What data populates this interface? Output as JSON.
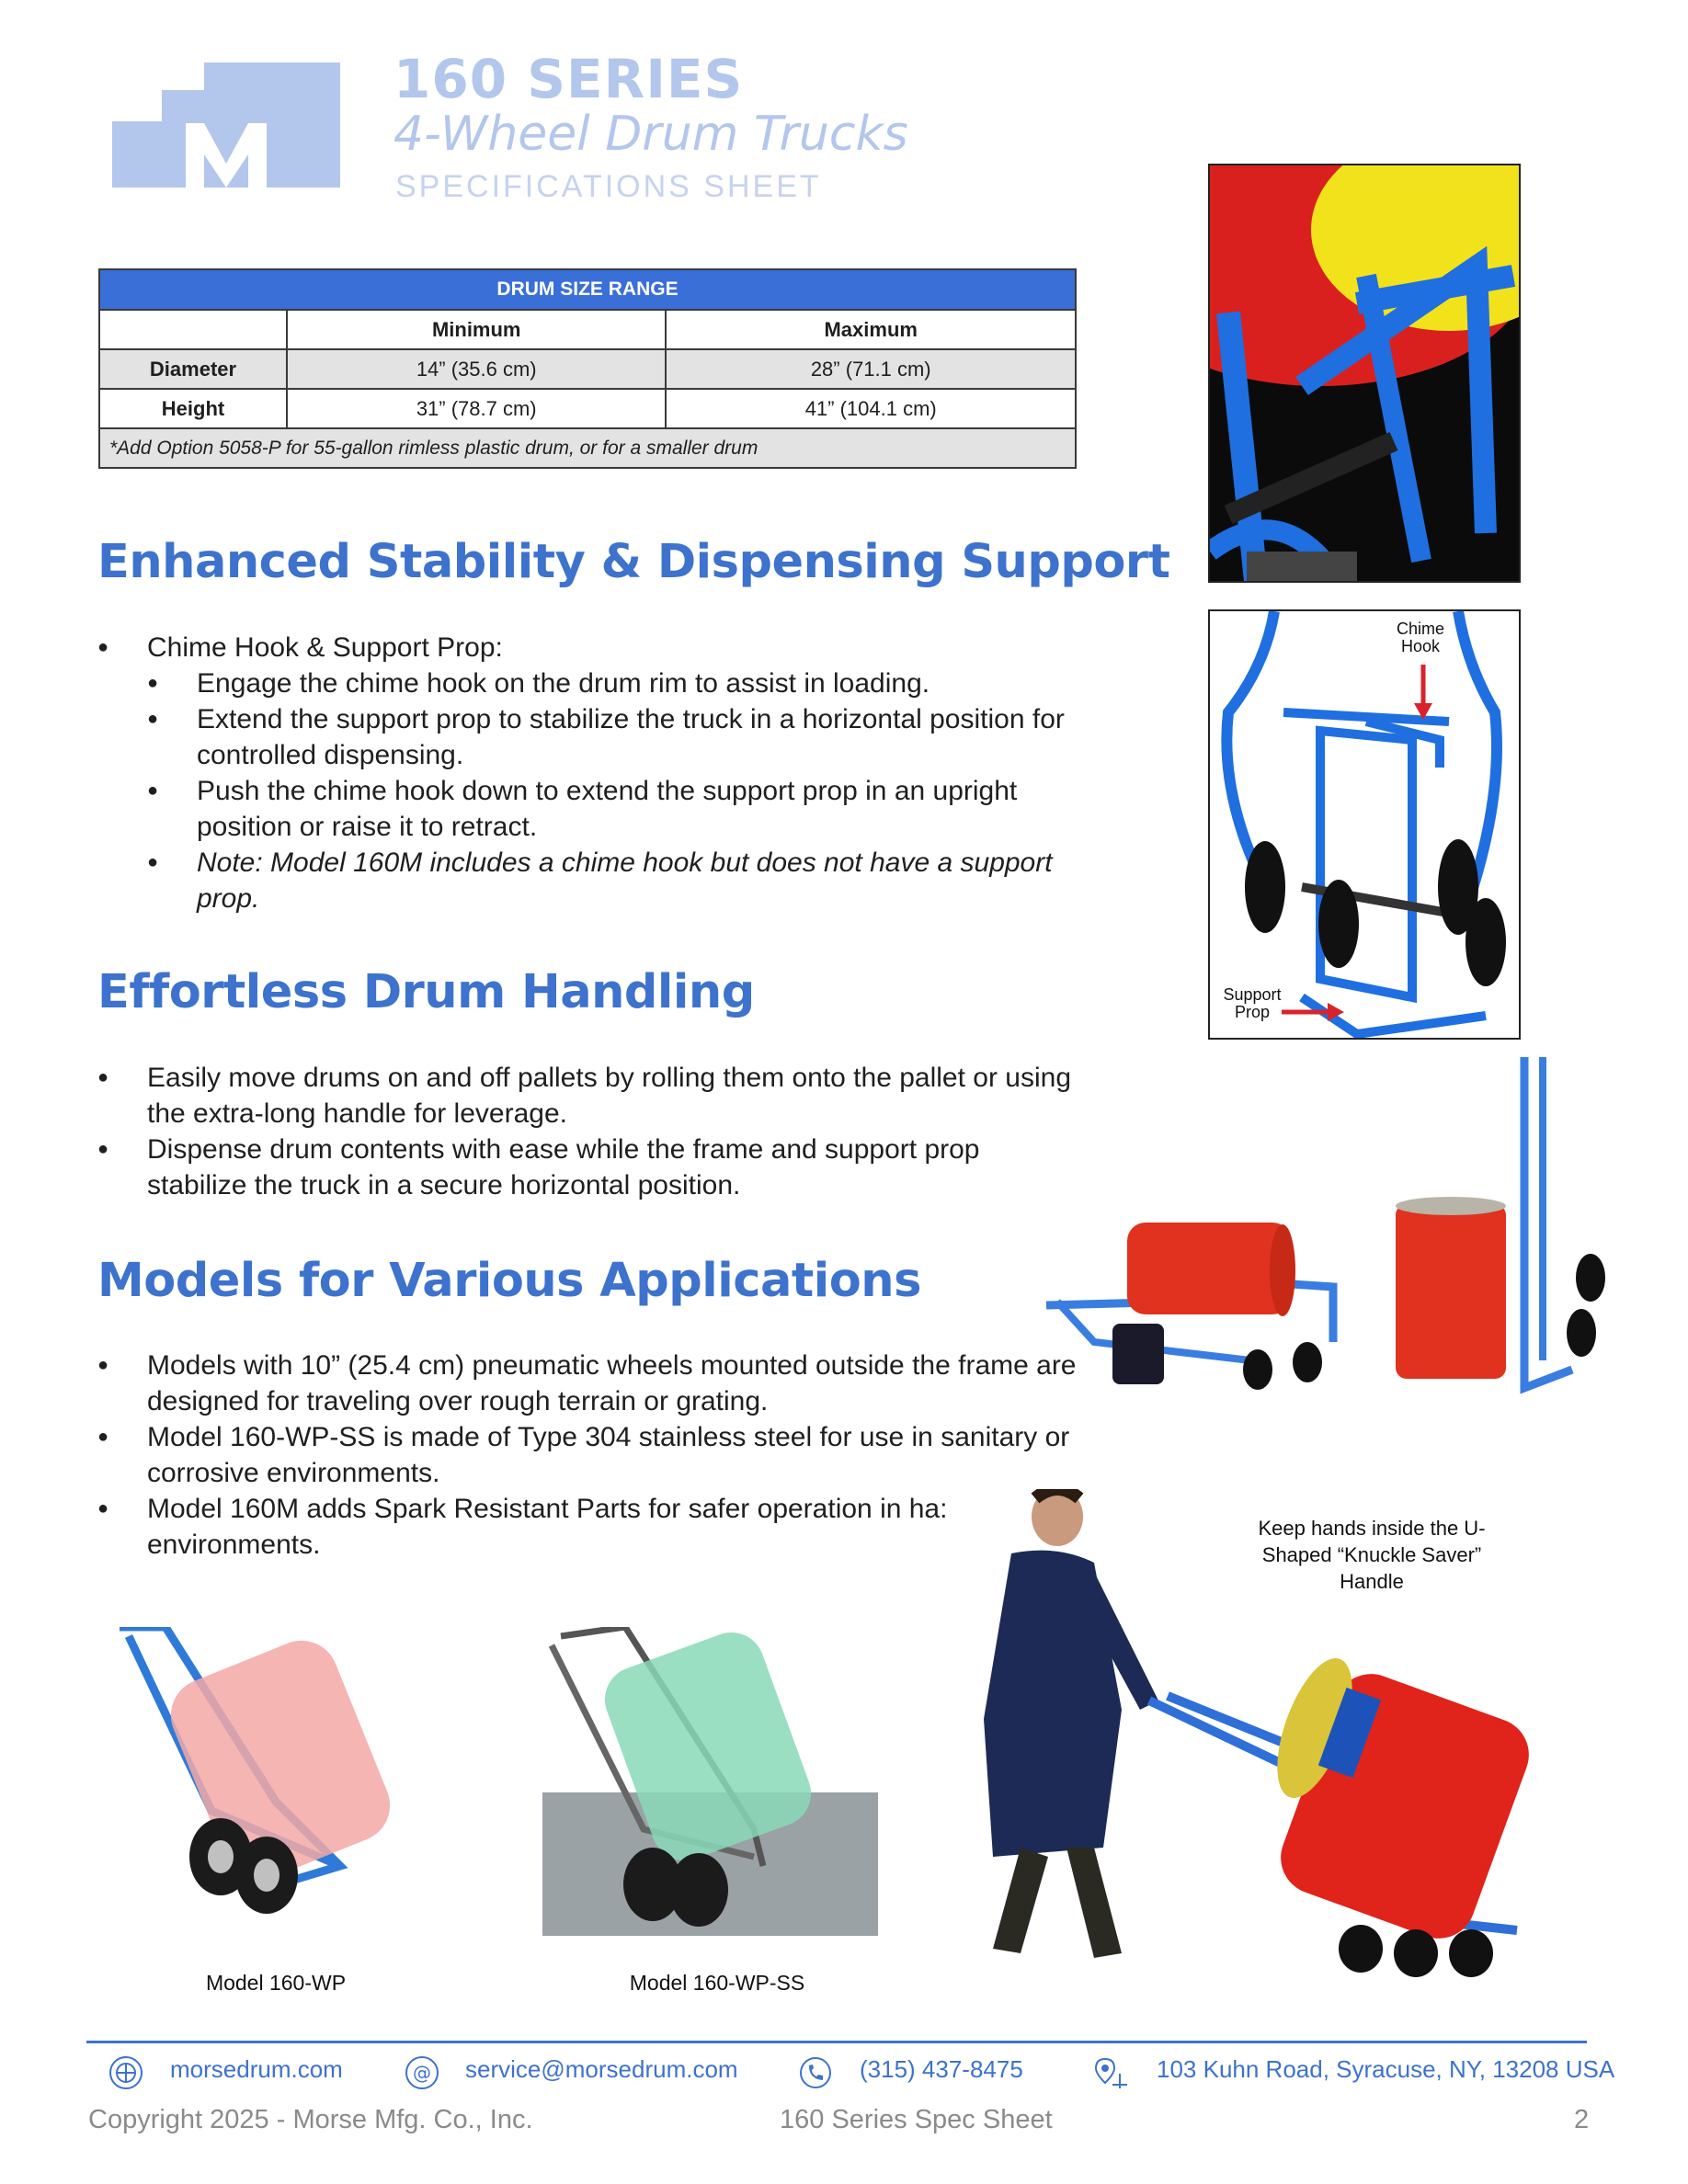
{
  "header": {
    "series": "160 SERIES",
    "subtitle": "4-Wheel Drum Trucks",
    "sheet": "SPECIFICATIONS SHEET",
    "logo_icon": "morse-m-logo-icon",
    "brand_color": "#3d72cd"
  },
  "table": {
    "title": "DRUM SIZE RANGE",
    "columns": [
      "",
      "Minimum",
      "Maximum"
    ],
    "rows": [
      {
        "label": "Diameter",
        "min": "14” (35.6 cm)",
        "max": "28” (71.1 cm)"
      },
      {
        "label": "Height",
        "min": "31” (78.7 cm)",
        "max": "41” (104.1 cm)"
      }
    ],
    "note": "*Add Option 5058-P for 55-gallon rimless plastic drum, or for a smaller drum"
  },
  "section1": {
    "title": "Enhanced Stability & Dispensing Support",
    "bullet": "Chime Hook & Support Prop:",
    "sub": [
      "Engage the chime hook on the drum rim to assist in loading.",
      "Extend the support prop to stabilize the truck in a horizontal position for controlled dispensing.",
      "Push the chime hook down to extend the support prop in an upright position or raise it to retract.",
      "Note: Model 160M includes a chime hook but does not have a support prop."
    ]
  },
  "section2": {
    "title": "Effortless Drum Handling",
    "bullets": [
      "Easily move drums on and off pallets by rolling them onto the pallet or using the extra-long handle for leverage.",
      "Dispense drum contents with ease while the frame and support prop stabilize the truck in a secure horizontal position."
    ]
  },
  "section3": {
    "title": "Models for Various Applications",
    "bullets": [
      "Models with 10” (25.4 cm) pneumatic wheels mounted outside the frame are designed for traveling over rough terrain or grating.",
      "Model 160-WP-SS is made of Type 304 stainless steel for use in sanitary or corrosive environments.",
      "Model 160M adds Spark Resistant Parts for safer operation in ha: environments."
    ]
  },
  "images": {
    "chime_label": "Chime Hook",
    "prop_label": "Support Prop",
    "knuckle_caption": "Keep hands inside the U-Shaped “Knuckle Saver” Handle",
    "model1": "Model 160-WP",
    "model2": "Model 160-WP-SS"
  },
  "footer": {
    "website": "morsedrum.com",
    "email": "service@morsedrum.com",
    "phone": "(315) 437-8475",
    "address": "103 Kuhn Road, Syracuse, NY, 13208 USA",
    "copyright": "Copyright 2025  -  Morse Mfg. Co., Inc.",
    "doc": "160 Series Spec Sheet",
    "page": "2",
    "icons": [
      "globe-icon",
      "at-icon",
      "phone-icon",
      "location-icon"
    ]
  }
}
